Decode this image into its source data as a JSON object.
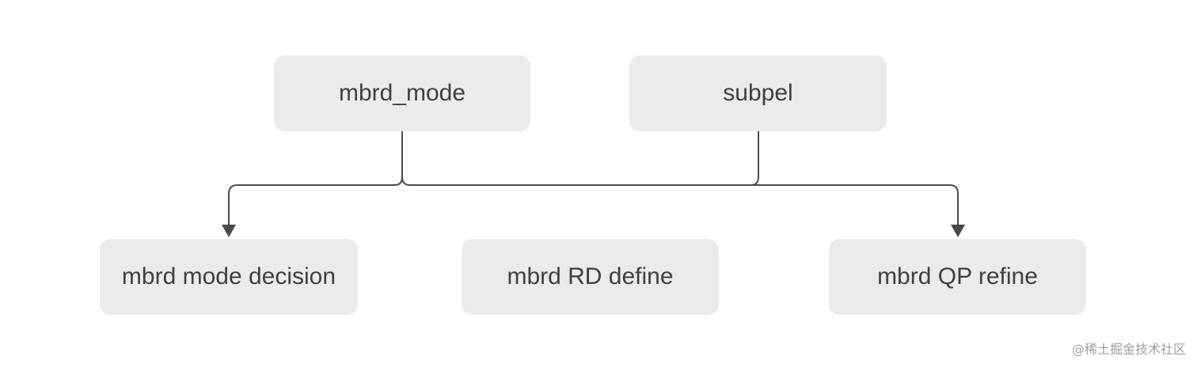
{
  "nodes": {
    "mbrd_mode": "mbrd_mode",
    "subpel": "subpel",
    "mode_decision": "mbrd mode decision",
    "rd_define": "mbrd RD define",
    "qp_refine": "mbrd QP refine"
  },
  "watermark": "@稀土掘金技术社区",
  "colors": {
    "node_fill": "#e9ebec",
    "node_text": "#3f3f3f",
    "connector": "#4a4a4a"
  }
}
